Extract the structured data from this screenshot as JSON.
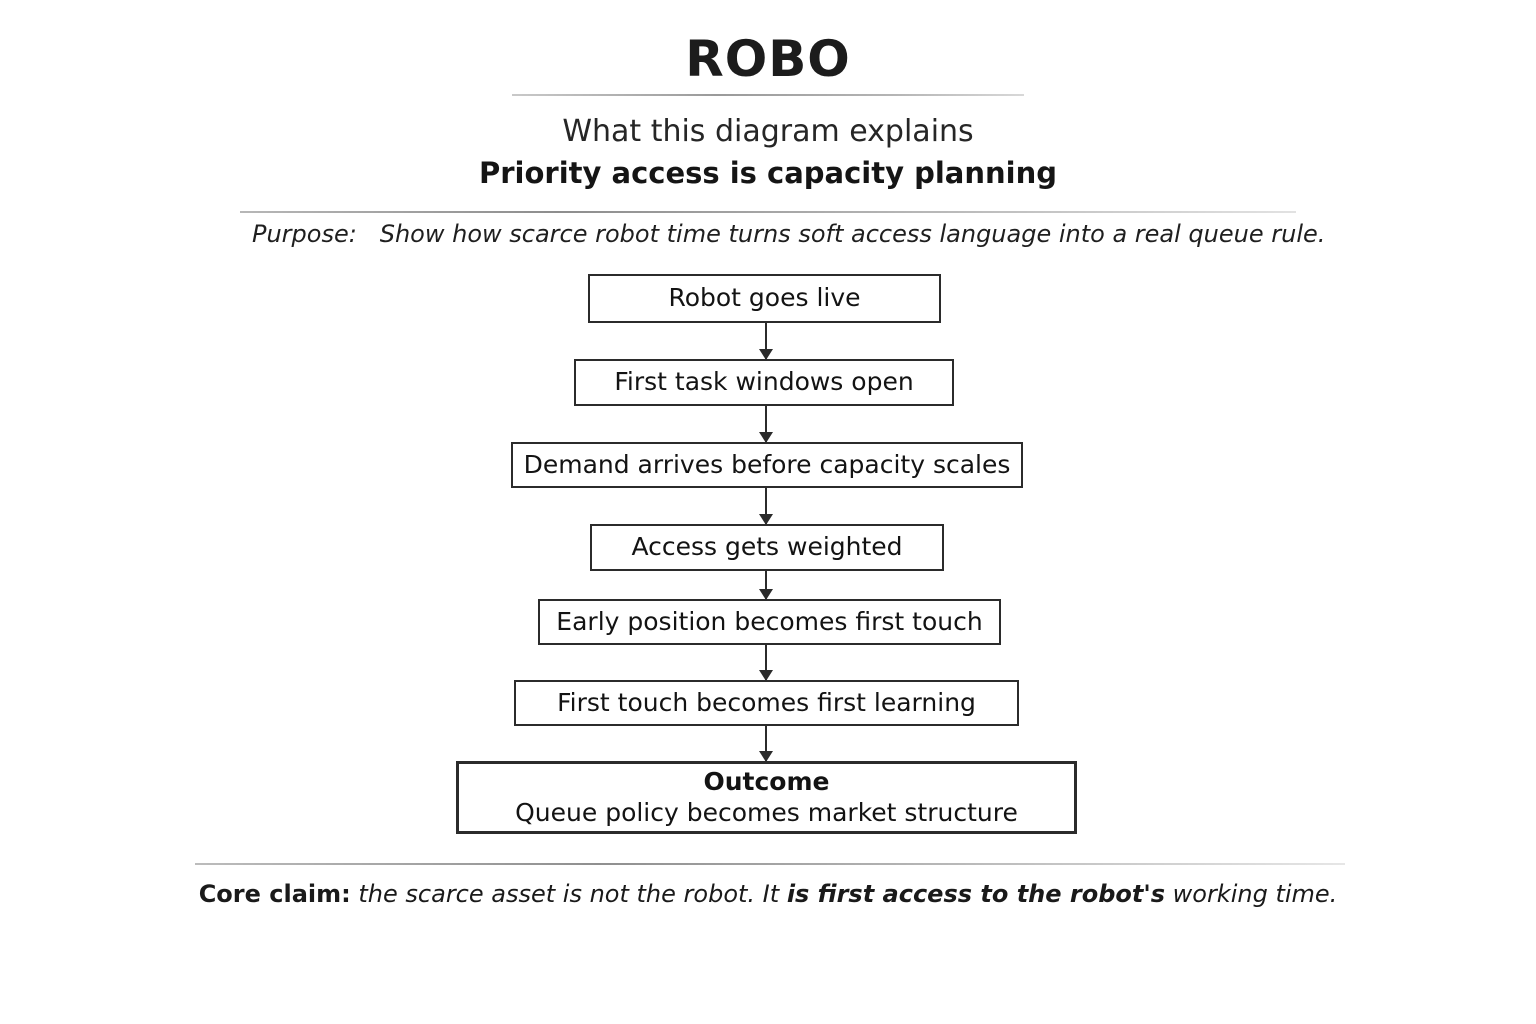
{
  "header": {
    "title": "ROBO",
    "subtitle": "What this diagram explains",
    "subtitle_strong": "Priority access is capacity planning"
  },
  "purpose": {
    "label": "Purpose:",
    "text": "Show how scarce robot time turns soft access language into a real queue rule."
  },
  "flow": {
    "steps": [
      {
        "label": "Robot goes live"
      },
      {
        "label": "First task windows open"
      },
      {
        "label": "Demand arrives before capacity scales"
      },
      {
        "label": "Access gets weighted"
      },
      {
        "label": "Early position becomes first touch"
      },
      {
        "label": "First touch becomes first learning"
      }
    ],
    "outcome": {
      "title": "Outcome",
      "text": "Queue policy becomes market structure"
    }
  },
  "footer": {
    "label": "Core claim:",
    "part1": "the scarce asset is not the robot. It",
    "part2": "is first access to the robot's",
    "part3": "working time."
  },
  "colors": {
    "ink": "#1a1a1a",
    "node_border": "#2b2b2b",
    "rule": "#9a9a9a",
    "background": "#ffffff"
  }
}
